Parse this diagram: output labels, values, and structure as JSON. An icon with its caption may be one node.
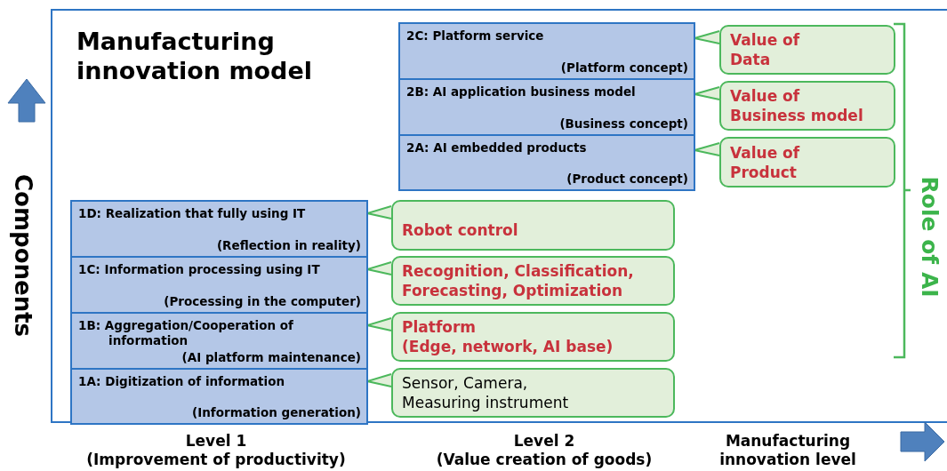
{
  "diagram": {
    "nodes": [
      {
        "text": [
          "Manufacturing innovation model"
        ]
      },
      {
        "text": [
          "2C: Platform service",
          "(Platform concept)"
        ],
        "in": 0
      },
      {
        "text": [
          "2B: AI application business model",
          "(Business concept)"
        ],
        "in": 0
      },
      {
        "text": [
          "2A: AI embedded products",
          "(Product concept)"
        ],
        "in": 0
      },
      {
        "text": [
          "1D: Realization that fully using IT",
          "(Reflection in reality)"
        ],
        "in": 0
      },
      {
        "text": [
          "1C: Information processing using IT",
          "(Processing in the computer)"
        ],
        "in": 0
      },
      {
        "text": [
          "1B: Aggregation/Cooperation of information",
          "(AI platform maintenance)"
        ],
        "in": 0
      },
      {
        "text": [
          "1A: Digitization of information",
          "(Information generation)"
        ],
        "in": 0
      },
      {
        "text": [
          "Value of",
          "Data"
        ],
        "in": 0
      },
      {
        "text": [
          "Value of",
          "Business model"
        ],
        "in": 0
      },
      {
        "text": [
          "Value of",
          "Product"
        ],
        "in": 0
      },
      {
        "text": [
          "Robot control"
        ],
        "in": 0
      },
      {
        "text": [
          "Recognition, Classification,",
          "Forecasting, Optimization"
        ],
        "in": 0
      },
      {
        "text": [
          "Platform",
          "(Edge, network, AI base)"
        ],
        "in": 0
      },
      {
        "text": [
          "Sensor, Camera,",
          "Measuring instrument"
        ],
        "in": 0
      }
    ],
    "edges": [
      {
        "from": 8,
        "to": 1,
        "arrow": "none"
      },
      {
        "from": 9,
        "to": 2,
        "arrow": "none"
      },
      {
        "from": 10,
        "to": 3,
        "arrow": "none"
      },
      {
        "from": 11,
        "to": 4,
        "arrow": "none"
      },
      {
        "from": 12,
        "to": 5,
        "arrow": "none"
      },
      {
        "from": 13,
        "to": 6,
        "arrow": "none"
      },
      {
        "from": 14,
        "to": 7,
        "arrow": "none"
      }
    ],
    "labels": [
      "Components",
      "Role of AI",
      "Level 1",
      "(Improvement of productivity)",
      "Level 2",
      "(Value creation of goods)",
      "Manufacturing innovation level"
    ]
  }
}
